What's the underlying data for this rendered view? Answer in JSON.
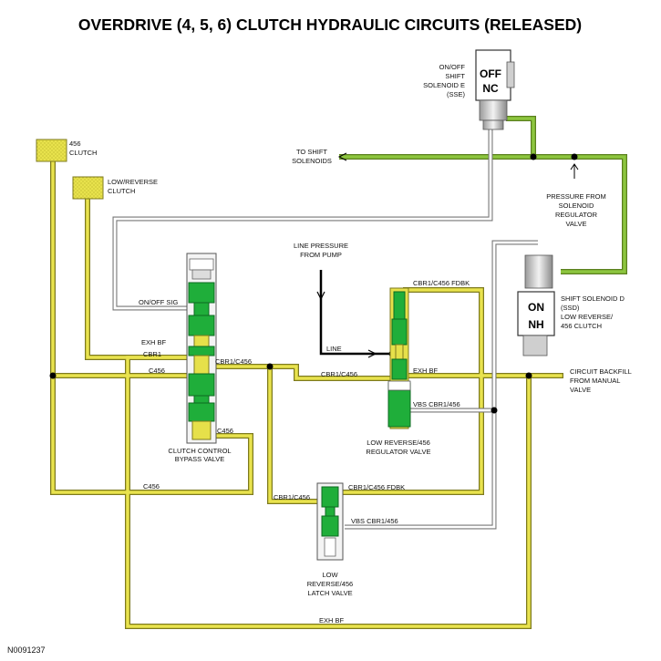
{
  "title": "OVERDRIVE (4, 5, 6) CLUTCH HYDRAULIC CIRCUITS (RELEASED)",
  "figure_id": "N0091237",
  "colors": {
    "hydraulic_fill": "#e6e04a",
    "hydraulic_edge": "#8a8520",
    "supply_line": "#8dc63f",
    "valve_green": "#1fae3a",
    "exhaust_line": "#ffffff"
  },
  "components": {
    "sse": {
      "l1": "ON/OFF",
      "l2": "SHIFT",
      "l3": "SOLENOID E",
      "l4": "(SSE)",
      "state1": "OFF",
      "state2": "NC"
    },
    "ssd": {
      "l1": "SHIFT SOLENOID D",
      "l2": "(SSD)",
      "l3": "LOW REVERSE/",
      "l4": "456 CLUTCH",
      "state1": "ON",
      "state2": "NH"
    },
    "clutch_456": {
      "l1": "456",
      "l2": "CLUTCH"
    },
    "clutch_lr": {
      "l1": "LOW/REVERSE",
      "l2": "CLUTCH"
    },
    "bypass_valve": {
      "l1": "CLUTCH CONTROL",
      "l2": "BYPASS VALVE"
    },
    "regulator_valve": {
      "l1": "LOW REVERSE/456",
      "l2": "REGULATOR VALVE"
    },
    "latch_valve": {
      "l1": "LOW",
      "l2": "REVERSE/456",
      "l3": "LATCH VALVE"
    }
  },
  "annotations": {
    "to_shift": {
      "l1": "TO SHIFT",
      "l2": "SOLENOIDS"
    },
    "pressure_from": {
      "l1": "PRESSURE FROM",
      "l2": "SOLENOID",
      "l3": "REGULATOR",
      "l4": "VALVE"
    },
    "line_pressure": {
      "l1": "LINE PRESSURE",
      "l2": "FROM PUMP"
    },
    "backfill": {
      "l1": "CIRCUIT BACKFILL",
      "l2": "FROM MANUAL",
      "l3": "VALVE"
    }
  },
  "circuit_labels": {
    "onoff_sig": "ON/OFF SIG",
    "exh_bf_left": "EXH BF",
    "cbr1": "CBR1",
    "c456_left": "C456",
    "cbr1_c456_a": "CBR1/C456",
    "cbr1_c456_b": "CBR1/C456",
    "cbr1_c456_fdbk_top": "CBR1/C456 FDBK",
    "line": "LINE",
    "exh_bf_right": "EXH BF",
    "vbs_cbr1_456_a": "VBS CBR1/456",
    "c456_mid": "C456",
    "c456_lower": "C456",
    "cbr1_c456_c": "CBR1/C456",
    "cbr1_c456_fdbk_low": "CBR1/C456 FDBK",
    "vbs_cbr1_456_b": "VBS CBR1/456",
    "exh_bf_bottom": "EXH BF"
  }
}
